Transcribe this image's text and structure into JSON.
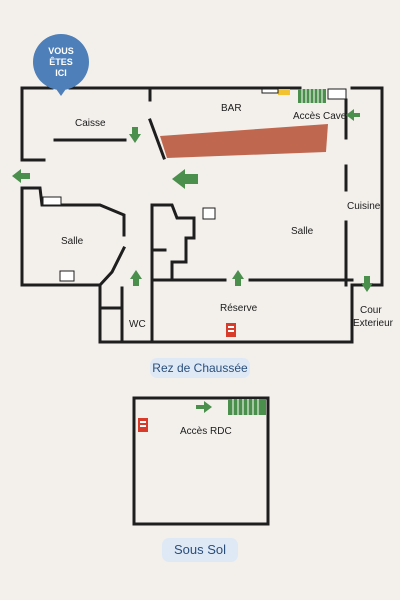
{
  "marker": {
    "text": "VOUS\nÊTES\nICI"
  },
  "ground_floor": {
    "title": "Rez de Chaussée",
    "rooms": {
      "caisse": "Caisse",
      "bar": "BAR",
      "acces_cave": "Accès Cave",
      "cuisine": "Cuisine",
      "salle_left": "Salle",
      "salle_main": "Salle",
      "reserve": "Réserve",
      "wc": "WC",
      "cour_line1": "Cour",
      "cour_line2": "Exterieur"
    }
  },
  "basement": {
    "title": "Sous Sol",
    "rooms": {
      "acces_rdc": "Accès RDC"
    }
  },
  "colors": {
    "bar_counter": "#c0674f",
    "arrows": "#4a8f4c",
    "marker": "#4e7fb8",
    "stairs": "#4a8f4c",
    "extinguisher": "#d93b2b"
  },
  "icons": [
    "location-marker-icon",
    "exit-arrow-icon",
    "stairs-icon",
    "fire-extinguisher-icon"
  ]
}
